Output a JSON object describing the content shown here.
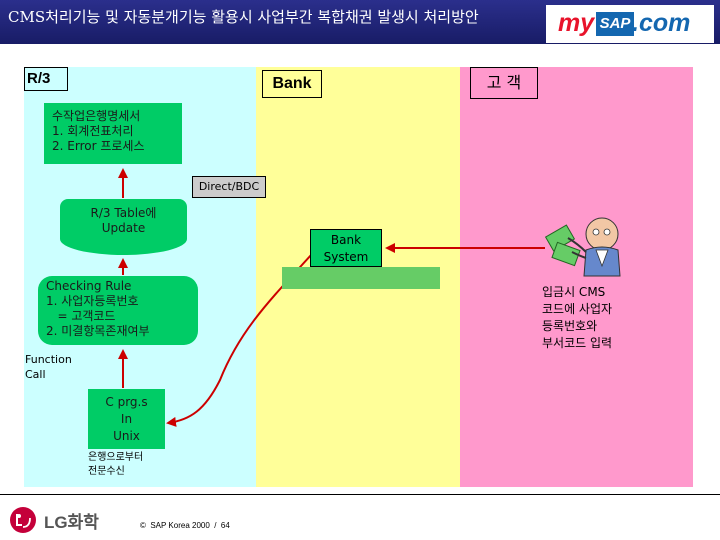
{
  "header": {
    "title": "CMS처리기능 및 자동분개기능 활용시 사업부간 복합채권 발생시 처리방안",
    "logo": {
      "my": "my",
      "sap": "SAP",
      "com": ".com"
    }
  },
  "columns": {
    "r3": "R/3",
    "bank": "Bank",
    "customer": "고 객"
  },
  "r3": {
    "document_box": [
      "수작업은행명세서",
      "1. 회계전표처리",
      "2. Error 프로세스"
    ],
    "direct_bdc": "Direct/BDC",
    "table_update": [
      "R/3 Table에",
      "Update"
    ],
    "checking_rule": [
      "Checking Rule",
      "1. 사업자등록번호",
      "   = 고객코드",
      "2. 미결항목존재여부"
    ],
    "function_call": [
      "Function",
      "Call"
    ],
    "c_program": [
      "C prg.s",
      "In",
      "Unix"
    ],
    "receive": [
      "은행으로부터",
      "전문수신"
    ]
  },
  "bank": {
    "system": [
      "Bank",
      "System"
    ]
  },
  "customer": {
    "note": [
      "입금시 CMS",
      "코드에 사업자",
      "등록번호와",
      "부서코드 입력"
    ]
  },
  "footer": {
    "company": "LG화학",
    "copyright": "©  SAP Korea 2000  /  64"
  },
  "colors": {
    "header": "#1f2378",
    "r3_pane": "#ccffff",
    "bank_pane": "#ffff99",
    "customer_pane": "#ff99cc",
    "process_green": "#00cc66",
    "arrow": "#cc0000"
  }
}
